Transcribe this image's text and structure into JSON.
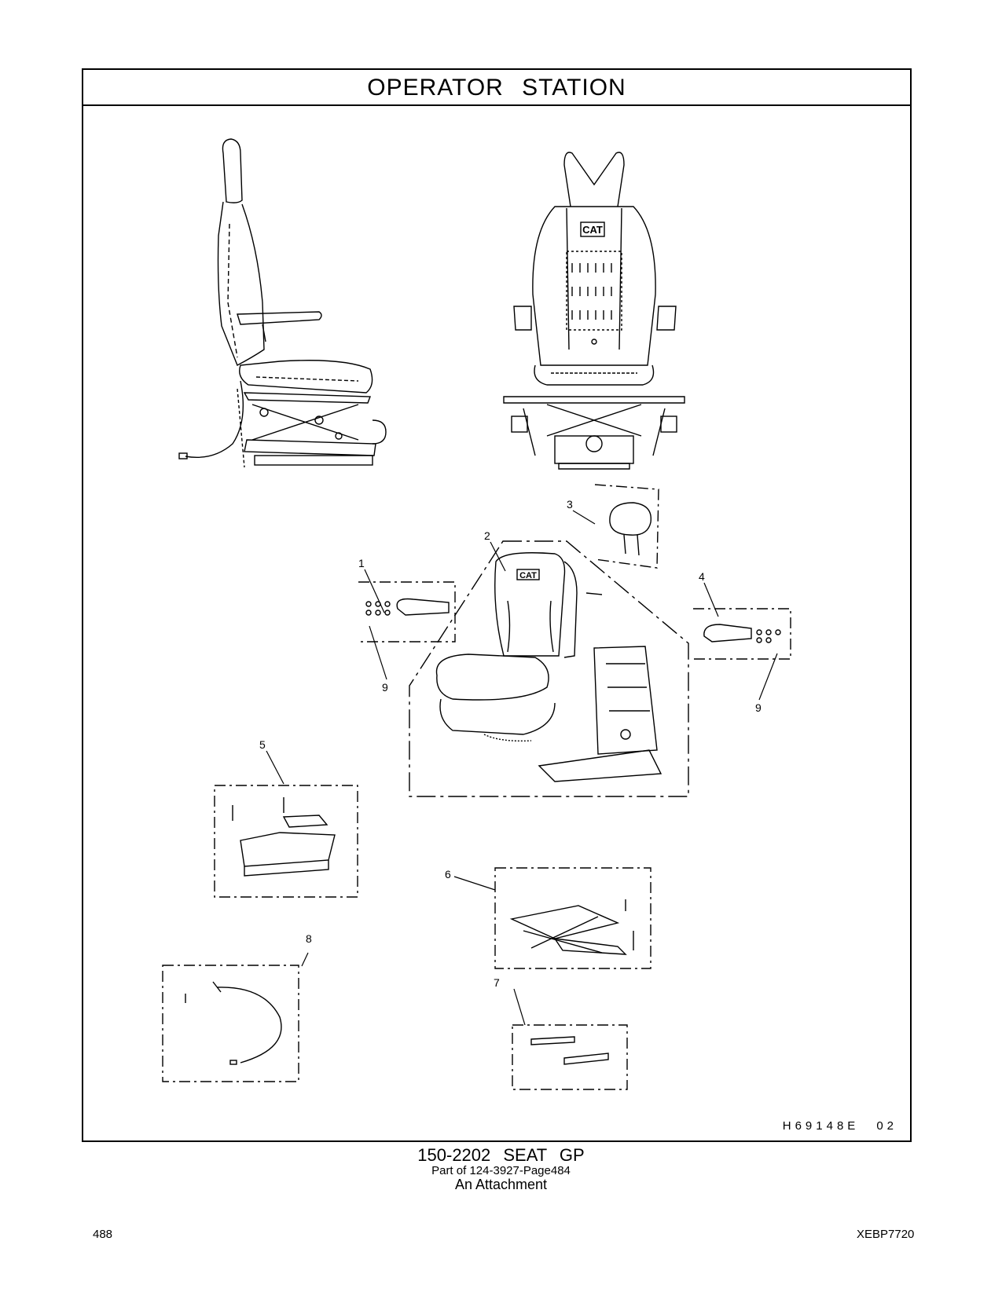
{
  "title": "OPERATOR STATION",
  "figure_code": "H69148E",
  "figure_revision": "02",
  "callouts": [
    "1",
    "2",
    "3",
    "4",
    "5",
    "6",
    "7",
    "8",
    "9",
    "9"
  ],
  "emblem_text": "CAT",
  "caption": {
    "main": "150-2202 SEAT GP",
    "sub": "Part of 124-3927-Page484",
    "note": "An Attachment"
  },
  "footer": {
    "page_number": "488",
    "doc_code": "XEBP7720"
  }
}
